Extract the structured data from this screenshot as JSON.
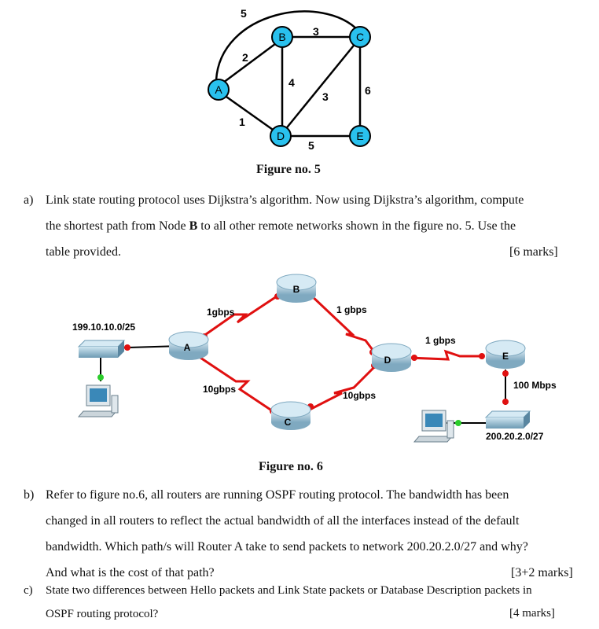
{
  "figure5": {
    "caption": "Figure no. 5",
    "nodes": [
      "A",
      "B",
      "C",
      "D",
      "E"
    ],
    "edge_weights": {
      "A_C": "5",
      "A_B": "2",
      "B_C": "3",
      "B_D": "4",
      "C_D": "3",
      "C_E": "6",
      "A_D": "1",
      "D_E": "5"
    },
    "node_fill": "#29c1ee"
  },
  "question_a": {
    "label": "a)",
    "line1": "Link state routing protocol uses Dijkstra’s algorithm. Now using Dijkstra’s algorithm, compute",
    "line2_pre": "the shortest path from Node ",
    "line2_bold": "B",
    "line2_post": " to all other remote networks shown in the figure no. 5. Use the",
    "line3": "table provided.",
    "marks": "[6 marks]"
  },
  "figure6": {
    "caption": "Figure no. 6",
    "routers": [
      "A",
      "B",
      "C",
      "D",
      "E"
    ],
    "link_labels": {
      "A_B": "1gbps",
      "B_D": "1 gbps",
      "A_C": "10gbps",
      "C_D": "10gbps",
      "D_E": "1 gbps",
      "E_switch": "100 Mbps"
    },
    "networks": {
      "left": "199.10.10.0/25",
      "right": "200.20.2.0/27"
    },
    "link_color": "#e01010"
  },
  "question_b": {
    "label": "b)",
    "line1": "Refer to figure no.6, all routers are running OSPF routing protocol. The bandwidth has been",
    "line2": "changed in all routers to reflect the actual bandwidth of all the interfaces instead of the default",
    "line3": "bandwidth.  Which path/s will Router A take to send packets to network 200.20.2.0/27 and why?",
    "line4": "And what is the cost of that path?",
    "marks": "[3+2 marks]"
  },
  "question_c": {
    "label": "c)",
    "line1": "State two differences between Hello packets and Link State packets or Database Description packets in",
    "line2": "OSPF routing protocol?",
    "marks": "[4 marks]"
  }
}
